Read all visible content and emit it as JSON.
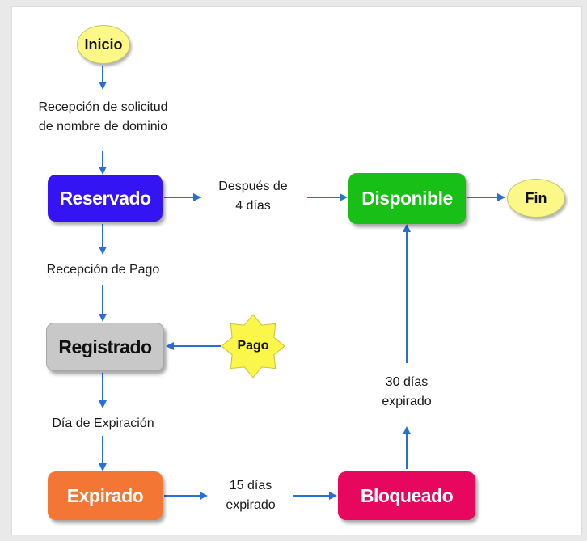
{
  "nodes": {
    "inicio": {
      "label": "Inicio",
      "color": "#fbf887"
    },
    "reservado": {
      "label": "Reservado",
      "color": "#3414f2"
    },
    "disponible": {
      "label": "Disponible",
      "color": "#17bf17"
    },
    "fin": {
      "label": "Fin",
      "color": "#fbf887"
    },
    "registrado": {
      "label": "Registrado",
      "color": "#c8c8c8"
    },
    "pago": {
      "label": "Pago",
      "color": "#fbf64a"
    },
    "expirado": {
      "label": "Expirado",
      "color": "#f47634"
    },
    "bloqueado": {
      "label": "Bloqueado",
      "color": "#e8075f"
    }
  },
  "edge_labels": {
    "solicitud": [
      "Recepción de solicitud",
      "de nombre de dominio"
    ],
    "despues": [
      "Después de",
      "4 días"
    ],
    "pago": [
      "Recepción de Pago"
    ],
    "expiracion": [
      "Día de Expiración"
    ],
    "quince": [
      "15 días",
      "expirado"
    ],
    "treinta": [
      "30 días",
      "expirado"
    ]
  },
  "colors": {
    "arrow": "#2a6fd6"
  }
}
